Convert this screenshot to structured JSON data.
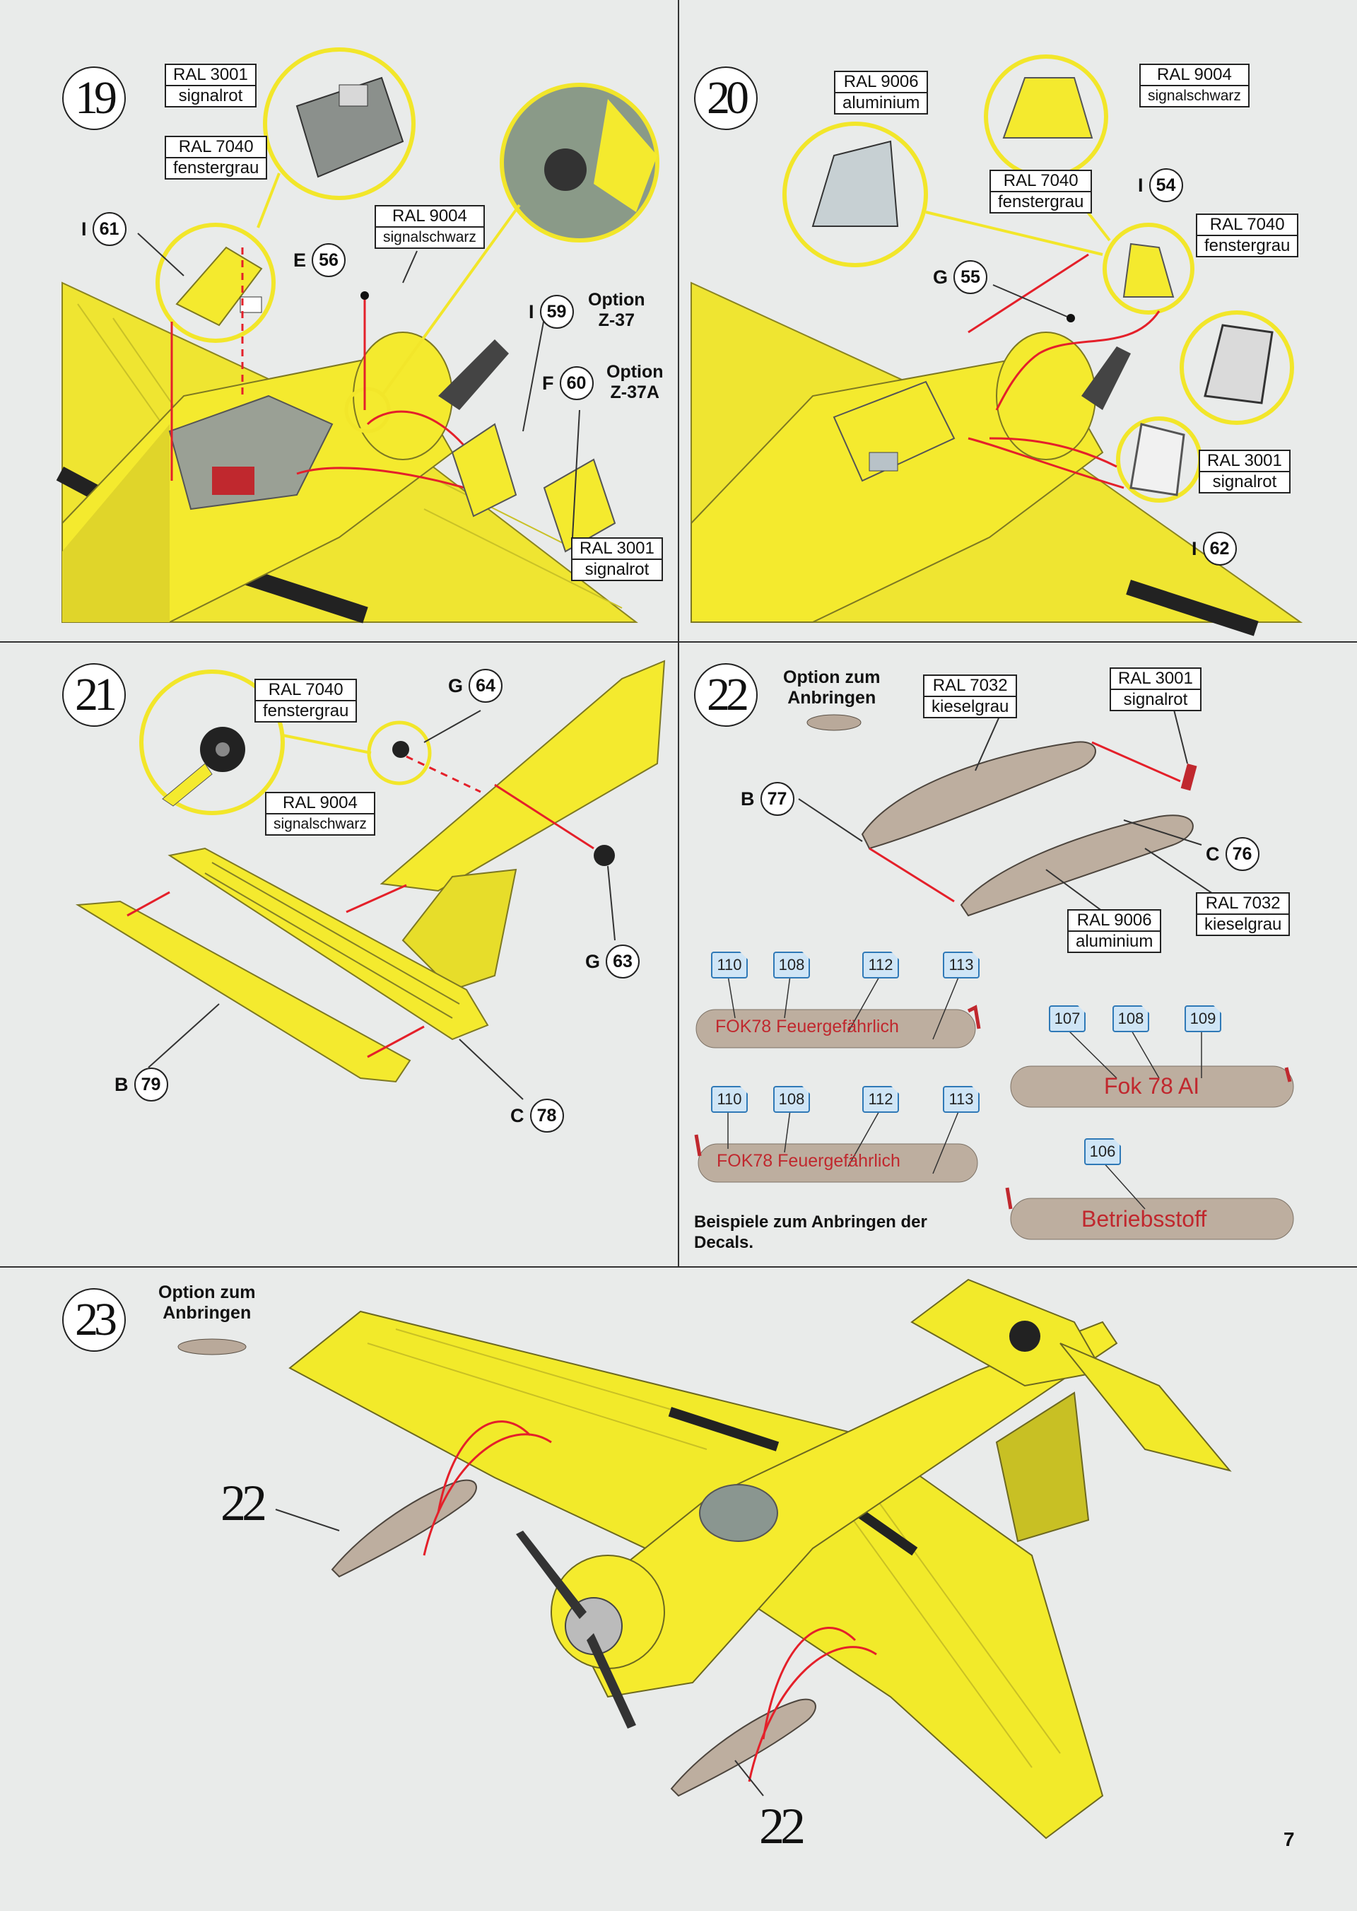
{
  "page_number": "7",
  "colors": {
    "background": "#e9ebea",
    "model_yellow": "#f2ea2a",
    "zoom_circle": "#f2e62a",
    "arrow_red": "#e4202a",
    "drop_tank": "#b9a99a",
    "decal_blue": "#2f79b7"
  },
  "steps": [
    {
      "number": "19"
    },
    {
      "number": "20"
    },
    {
      "number": "21"
    },
    {
      "number": "22"
    },
    {
      "number": "23"
    }
  ],
  "step19": {
    "callouts": [
      {
        "code": "RAL 3001",
        "name": "signalrot"
      },
      {
        "code": "RAL 7040",
        "name": "fenstergrau"
      },
      {
        "code": "RAL 9004",
        "name": "signalschwarz"
      },
      {
        "code": "RAL 3001",
        "name": "signalrot"
      }
    ],
    "parts": [
      {
        "letter": "I",
        "number": "61"
      },
      {
        "letter": "E",
        "number": "56"
      },
      {
        "letter": "I",
        "number": "59"
      },
      {
        "letter": "F",
        "number": "60"
      }
    ],
    "options": [
      "Option\nZ-37",
      "Option\nZ-37A"
    ]
  },
  "step20": {
    "callouts": [
      {
        "code": "RAL 9006",
        "name": "aluminium"
      },
      {
        "code": "RAL 9004",
        "name": "signalschwarz"
      },
      {
        "code": "RAL 7040",
        "name": "fenstergrau"
      },
      {
        "code": "RAL 7040",
        "name": "fenstergrau"
      },
      {
        "code": "RAL 3001",
        "name": "signalrot"
      }
    ],
    "parts": [
      {
        "letter": "I",
        "number": "54"
      },
      {
        "letter": "G",
        "number": "55"
      },
      {
        "letter": "I",
        "number": "62"
      }
    ]
  },
  "step21": {
    "callouts": [
      {
        "code": "RAL 7040",
        "name": "fenstergrau"
      },
      {
        "code": "RAL 9004",
        "name": "signalschwarz"
      }
    ],
    "parts": [
      {
        "letter": "G",
        "number": "64"
      },
      {
        "letter": "G",
        "number": "63"
      },
      {
        "letter": "B",
        "number": "79"
      },
      {
        "letter": "C",
        "number": "78"
      }
    ]
  },
  "step22": {
    "option_label": "Option zum\nAnbringen",
    "callouts": [
      {
        "code": "RAL 7032",
        "name": "kieselgrau"
      },
      {
        "code": "RAL 3001",
        "name": "signalrot"
      },
      {
        "code": "RAL 9006",
        "name": "aluminium"
      },
      {
        "code": "RAL 7032",
        "name": "kieselgrau"
      }
    ],
    "parts": [
      {
        "letter": "B",
        "number": "77"
      },
      {
        "letter": "C",
        "number": "76"
      }
    ],
    "decal_numbers": [
      "110",
      "108",
      "112",
      "113",
      "107",
      "108",
      "109",
      "110",
      "108",
      "112",
      "113",
      "106"
    ],
    "tank_texts": [
      "FOK78 Feuergefährlich",
      "Fok 78 AI",
      "FOK78 Feuergefährlich",
      "Betriebsstoff"
    ],
    "caption": "Beispiele zum Anbringen der\nDecals."
  },
  "step23": {
    "option_label": "Option zum\nAnbringen",
    "refs": [
      "22",
      "22"
    ]
  }
}
